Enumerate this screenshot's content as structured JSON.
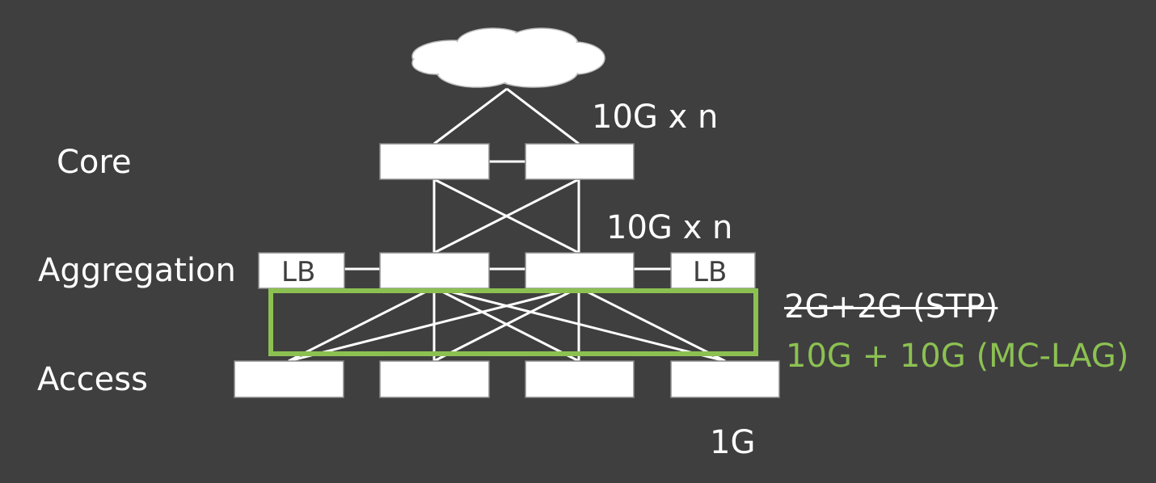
{
  "colors": {
    "background": "#3f3f3f",
    "device": "#ffffff",
    "link": "#ffffff",
    "highlight": "#8cc152"
  },
  "diagram": {
    "nodes": [
      {
        "id": "internet",
        "icon": "cloud-icon"
      },
      {
        "id": "core-1",
        "tier": "core"
      },
      {
        "id": "core-2",
        "tier": "core"
      },
      {
        "id": "agg-lb-left",
        "tier": "aggregation",
        "label": "LB"
      },
      {
        "id": "agg-1",
        "tier": "aggregation"
      },
      {
        "id": "agg-2",
        "tier": "aggregation"
      },
      {
        "id": "agg-lb-right",
        "tier": "aggregation",
        "label": "LB"
      },
      {
        "id": "access-1",
        "tier": "access"
      },
      {
        "id": "access-2",
        "tier": "access"
      },
      {
        "id": "access-3",
        "tier": "access"
      },
      {
        "id": "access-4",
        "tier": "access"
      }
    ],
    "edges": [
      {
        "from": "internet",
        "to": "core-1"
      },
      {
        "from": "internet",
        "to": "core-2"
      },
      {
        "from": "core-1",
        "to": "core-2"
      },
      {
        "from": "core-1",
        "to": "agg-1"
      },
      {
        "from": "core-1",
        "to": "agg-2"
      },
      {
        "from": "core-2",
        "to": "agg-1"
      },
      {
        "from": "core-2",
        "to": "agg-2"
      },
      {
        "from": "agg-lb-left",
        "to": "agg-1"
      },
      {
        "from": "agg-1",
        "to": "agg-2"
      },
      {
        "from": "agg-2",
        "to": "agg-lb-right"
      },
      {
        "from": "agg-1",
        "to": "access-1"
      },
      {
        "from": "agg-1",
        "to": "access-2"
      },
      {
        "from": "agg-1",
        "to": "access-3"
      },
      {
        "from": "agg-1",
        "to": "access-4"
      },
      {
        "from": "agg-2",
        "to": "access-1"
      },
      {
        "from": "agg-2",
        "to": "access-2"
      },
      {
        "from": "agg-2",
        "to": "access-3"
      },
      {
        "from": "agg-2",
        "to": "access-4"
      }
    ],
    "highlight": "aggregation-access-links"
  },
  "labels": {
    "tier_core": "Core",
    "tier_aggregation": "Aggregation",
    "tier_access": "Access",
    "lb": "LB",
    "speed_internet_core": "10G x n",
    "speed_core_agg": "10G x n",
    "speed_agg_access_old": "2G+2G (STP)",
    "speed_agg_access_new": "10G + 10G (MC-LAG)",
    "speed_access_hosts": "1G"
  }
}
